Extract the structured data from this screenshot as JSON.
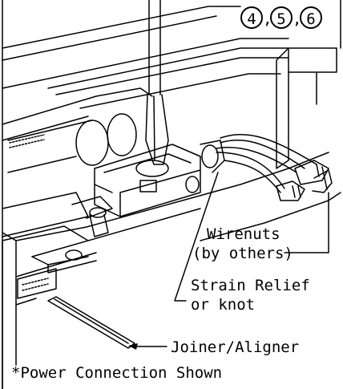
{
  "step_markers": [
    "4",
    "5",
    "6"
  ],
  "callouts": {
    "wirenuts_line1": "Wirenuts",
    "wirenuts_line2": "(by others)",
    "strain_relief_line1": "Strain Relief",
    "strain_relief_line2": "or knot",
    "joiner": "Joiner/Aligner"
  },
  "note": "*Power Connection Shown"
}
